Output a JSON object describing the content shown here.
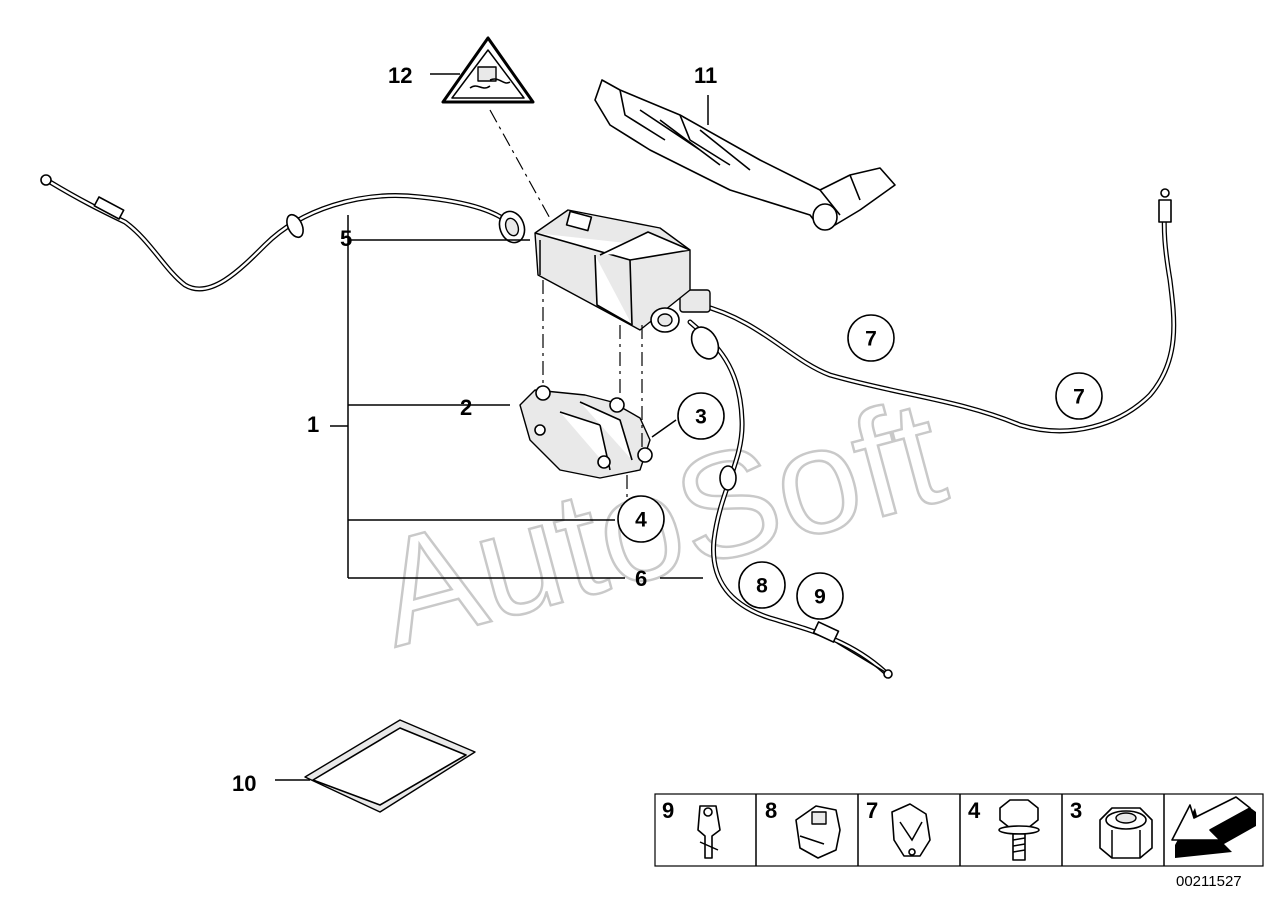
{
  "diagram": {
    "ref_number": "00211527",
    "watermark": "AutoSoft",
    "labels": {
      "l1": "1",
      "l2": "2",
      "l5": "5",
      "l6": "6",
      "l10": "10",
      "l11": "11",
      "l12": "12"
    },
    "circled": {
      "c3": "3",
      "c4": "4",
      "c7a": "7",
      "c7b": "7",
      "c8": "8",
      "c9": "9"
    },
    "legend": {
      "items": [
        {
          "number": "9",
          "icon": "clip-9-icon"
        },
        {
          "number": "8",
          "icon": "clip-8-icon"
        },
        {
          "number": "7",
          "icon": "clip-7-icon"
        },
        {
          "number": "4",
          "icon": "bolt-icon"
        },
        {
          "number": "3",
          "icon": "nut-icon"
        }
      ],
      "arrow_icon": "direction-arrow-icon"
    }
  }
}
